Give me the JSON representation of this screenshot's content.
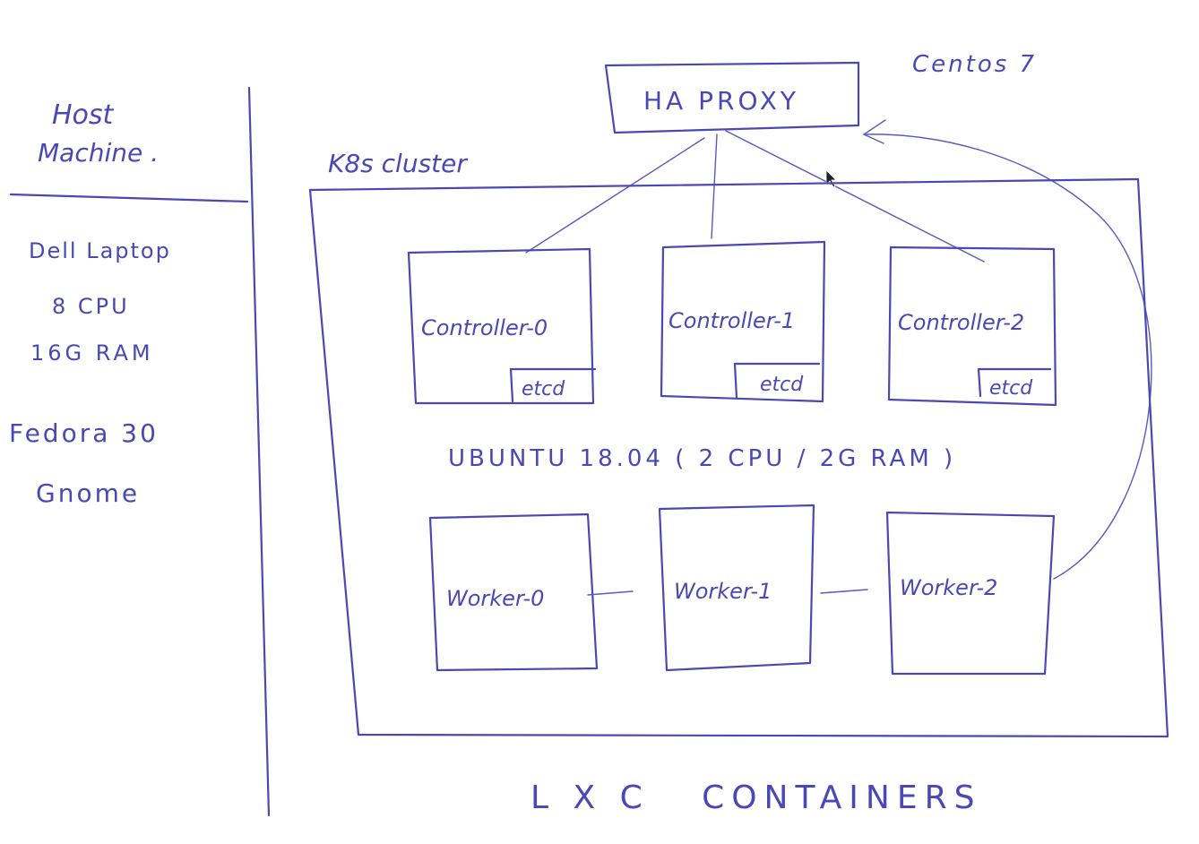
{
  "host_panel": {
    "title_line1": "Host",
    "title_line2": "Machine .",
    "specs": [
      "Dell Laptop",
      "8 CPU",
      "16G RAM"
    ],
    "os_line1": "Fedora 30",
    "os_line2": "Gnome"
  },
  "proxy": {
    "label": "HA PROXY",
    "os_label": "Centos 7"
  },
  "cluster": {
    "label": "K8s cluster",
    "controllers": [
      {
        "label": "Controller-0",
        "etcd": "etcd"
      },
      {
        "label": "Controller-1",
        "etcd": "etcd"
      },
      {
        "label": "Controller-2",
        "etcd": "etcd"
      }
    ],
    "node_os": "UBUNTU 18.04 ( 2 CPU / 2G RAM )",
    "workers": [
      {
        "label": "Worker-0"
      },
      {
        "label": "Worker-1"
      },
      {
        "label": "Worker-2"
      }
    ]
  },
  "footer": {
    "label": "L X C   CONTAINERS"
  },
  "colors": {
    "ink": "#4a48b5",
    "paper": "#ffffff"
  }
}
